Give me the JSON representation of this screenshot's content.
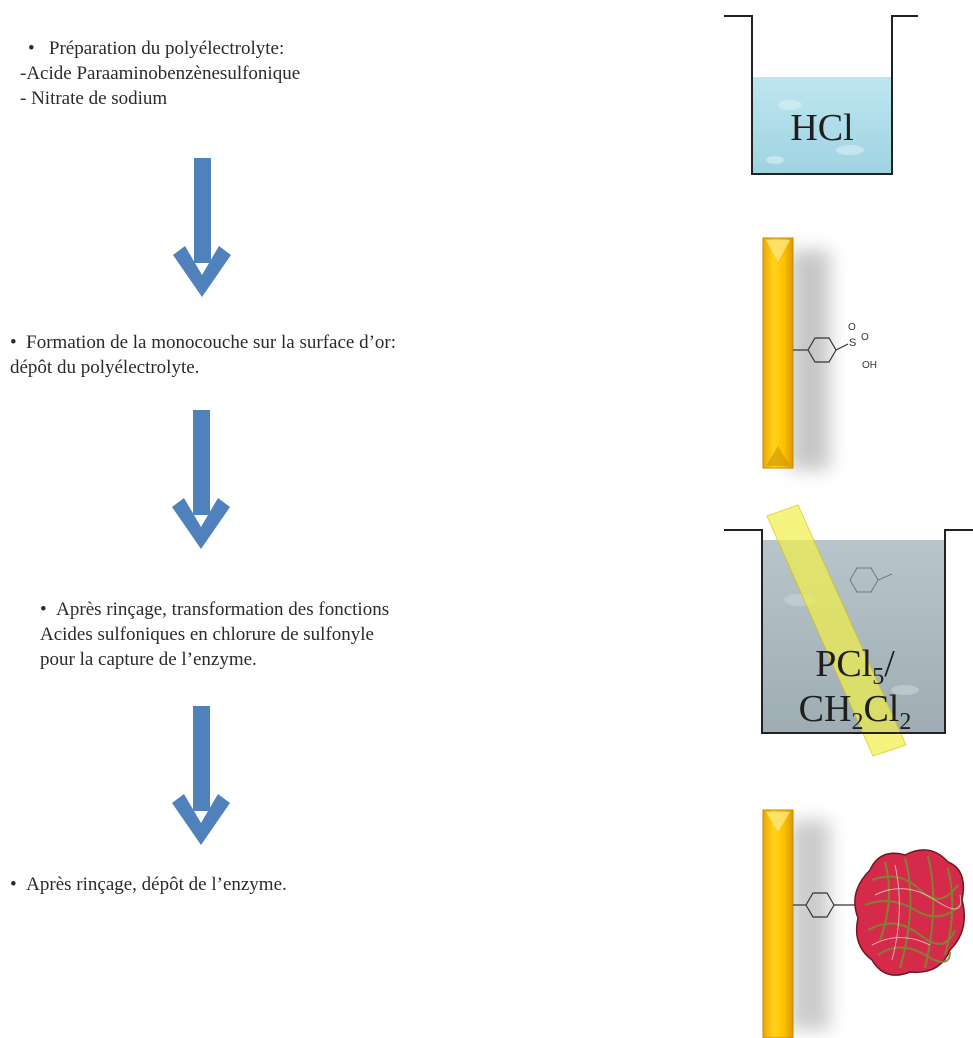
{
  "steps": [
    {
      "bullet": "•",
      "lines": [
        "Préparation du polyélectrolyte:",
        "-Acide Paraaminobenzènesulfonique",
        "- Nitrate de sodium"
      ]
    },
    {
      "bullet": "•",
      "lines": [
        "Formation de la monocouche  sur la surface d’or:",
        "dépôt du polyélectrolyte."
      ]
    },
    {
      "bullet": "•",
      "lines": [
        "Après rinçage, transformation des  fonctions",
        "Acides sulfoniques en chlorure de sulfonyle",
        "pour  la capture de l’enzyme."
      ]
    },
    {
      "bullet": "•",
      "lines": [
        "Après rinçage, dépôt de l’enzyme."
      ]
    }
  ],
  "beakers": {
    "hcl_label": "HCl",
    "reagent_label_line1": "PCl",
    "reagent_label_line1_sub": "5",
    "reagent_label_line1_tail": "/",
    "reagent_label_line2_a": "CH",
    "reagent_label_line2_sub1": "2",
    "reagent_label_line2_b": "Cl",
    "reagent_label_line2_sub2": "2"
  },
  "molecule": {
    "sulfur": "S",
    "oxygen_top": "O",
    "oxygen_side": "O",
    "hydroxyl": "OH"
  },
  "colors": {
    "arrow": "#4f81bd",
    "electrode": "#ffc000",
    "hcl_liquid": "#aedbe8",
    "pcl5_liquid": "#aab9bf",
    "enzyme_red": "#d62a4a",
    "enzyme_green": "#7a8a30"
  }
}
